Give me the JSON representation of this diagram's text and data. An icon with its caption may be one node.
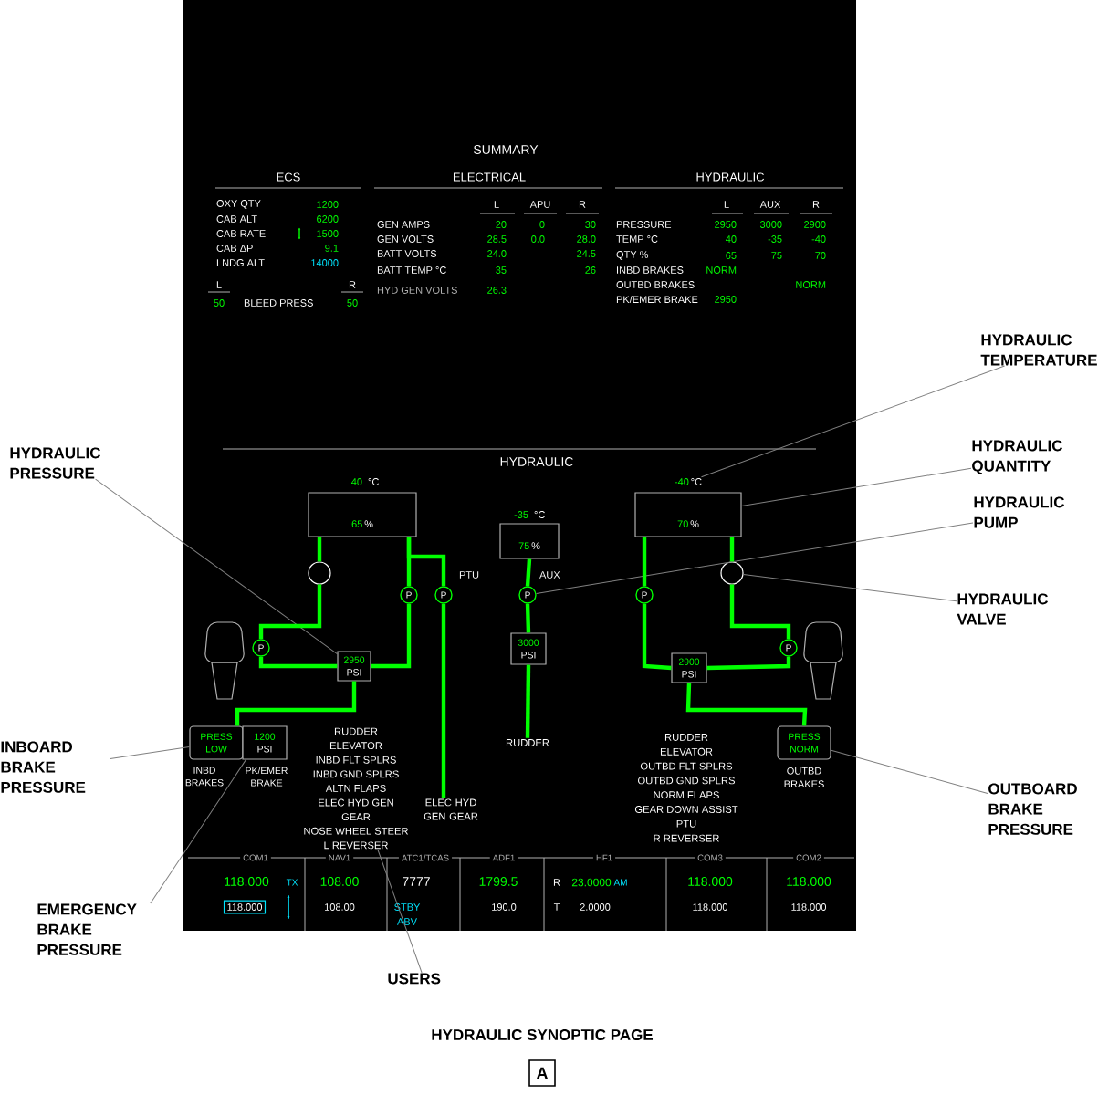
{
  "diagram": {
    "caption": "HYDRAULIC SYNOPTIC PAGE",
    "nodes": [
      {
        "text": [
          "HYDRAULIC TEMPERATURE"
        ]
      },
      {
        "text": [
          "HYDRAULIC QUANTITY"
        ]
      },
      {
        "text": [
          "HYDRAULIC PRESSURE"
        ]
      },
      {
        "text": [
          "HYDRAULIC PUMP"
        ]
      },
      {
        "text": [
          "HYDRAULIC VALVE"
        ]
      },
      {
        "text": [
          "INBOARD BRAKE PRESSURE"
        ]
      },
      {
        "text": [
          "OUTBOARD BRAKE PRESSURE"
        ]
      },
      {
        "text": [
          "EMERGENCY BRAKE PRESSURE"
        ]
      },
      {
        "text": [
          "USERS"
        ]
      },
      {
        "text": [
          "-40",
          "°C"
        ]
      },
      {
        "text": [
          "65",
          "%"
        ]
      },
      {
        "text": [
          "75",
          "%"
        ]
      },
      {
        "text": [
          "70",
          "%"
        ]
      },
      {
        "text": [],
        "shape": "circle"
      },
      {
        "text": [],
        "shape": "circle"
      },
      {
        "text": [
          "P"
        ]
      },
      {
        "text": [
          "P"
        ]
      },
      {
        "text": [
          "P"
        ]
      },
      {
        "text": [
          "P"
        ]
      },
      {
        "text": [
          "P"
        ]
      },
      {
        "text": [
          "P"
        ]
      },
      {
        "text": [
          "2950",
          "PSI"
        ]
      },
      {
        "text": [
          "3000",
          "PSI"
        ]
      },
      {
        "text": [
          "2900",
          "PSI"
        ]
      },
      {
        "text": [
          "PRESS LOW"
        ]
      },
      {
        "text": [
          "1200",
          "PSI"
        ]
      },
      {
        "text": [
          "PRESS NORM"
        ]
      },
      {
        "text": [
          "RUDDER",
          "ELEVATOR",
          "INBD FLT SPLRS",
          "INBD GND SPLRS",
          "ALTN FLAPS",
          "ELEC HYD GEN",
          "GEAR",
          "NOSE WHEEL STEER",
          "L REVERSER"
        ]
      },
      {
        "text": [
          "RUDDER"
        ]
      },
      {
        "text": [
          "ELEC HYD GEN GEAR"
        ]
      }
    ],
    "edges": [
      {
        "from": 0,
        "to": 9,
        "arrow": "none",
        "color": "#808080"
      },
      {
        "from": 1,
        "to": 12,
        "arrow": "none",
        "color": "#808080"
      },
      {
        "from": 2,
        "to": 21,
        "arrow": "none",
        "color": "#808080"
      },
      {
        "from": 3,
        "to": 17,
        "arrow": "none",
        "color": "#808080"
      },
      {
        "from": 4,
        "to": 14,
        "arrow": "none",
        "color": "#808080"
      },
      {
        "from": 5,
        "to": 24,
        "arrow": "none",
        "color": "#808080"
      },
      {
        "from": 6,
        "to": 26,
        "arrow": "none",
        "color": "#808080"
      },
      {
        "from": 7,
        "to": 25,
        "arrow": "none",
        "color": "#808080"
      },
      {
        "from": 8,
        "to": 27,
        "arrow": "none",
        "color": "#808080"
      },
      {
        "from": 10,
        "to": 13,
        "arrow": "none"
      },
      {
        "from": 13,
        "to": 19,
        "arrow": "none"
      },
      {
        "from": 19,
        "to": 21,
        "arrow": "none"
      },
      {
        "from": 10,
        "to": 15,
        "arrow": "none"
      },
      {
        "from": 10,
        "to": 16,
        "arrow": "none"
      },
      {
        "from": 15,
        "to": 21,
        "arrow": "none"
      },
      {
        "from": 21,
        "to": 24,
        "arrow": "none"
      },
      {
        "from": 11,
        "to": 17,
        "arrow": "none"
      },
      {
        "from": 17,
        "to": 22,
        "arrow": "none"
      },
      {
        "from": 12,
        "to": 18,
        "arrow": "none"
      },
      {
        "from": 18,
        "to": 23,
        "arrow": "none"
      },
      {
        "from": 12,
        "to": 14,
        "arrow": "none"
      },
      {
        "from": 14,
        "to": 20,
        "arrow": "none"
      },
      {
        "from": 20,
        "to": 23,
        "arrow": "none"
      },
      {
        "from": 23,
        "to": 26,
        "arrow": "none"
      },
      {
        "from": 16,
        "to": 29,
        "arrow": "none"
      },
      {
        "from": 22,
        "to": 28,
        "arrow": "none"
      }
    ],
    "labels": [
      "SUMMARY",
      "ECS",
      "ELECTRICAL",
      "HYDRAULIC",
      "OXY QTY",
      "1200",
      "CAB ALT",
      "6200",
      "CAB RATE",
      "1500",
      "CAB ΔP",
      "9.1",
      "LNDG ALT",
      "14000",
      "L",
      "R",
      "50",
      "BLEED PRESS",
      "50",
      "L",
      "APU",
      "R",
      "GEN AMPS",
      "20",
      "0",
      "30",
      "GEN VOLTS",
      "28.5",
      "0.0",
      "28.0",
      "BATT VOLTS",
      "24.0",
      "24.5",
      "BATT TEMP °C",
      "35",
      "26",
      "HYD GEN VOLTS",
      "26.3",
      "L",
      "AUX",
      "R",
      "PRESSURE",
      "2950",
      "3000",
      "2900",
      "TEMP °C",
      "40",
      "-35",
      "-40",
      "QTY %",
      "65",
      "75",
      "70",
      "INBD BRAKES",
      "NORM",
      "OUTBD BRAKES",
      "NORM",
      "PK/EMER BRAKE",
      "2950",
      "HYDRAULIC",
      "40",
      "°C",
      "-35",
      "°C",
      "PTU",
      "AUX",
      "INBD BRAKES",
      "PK/EMER BRAKE",
      "OUTBD BRAKES",
      "RUDDER",
      "ELEVATOR",
      "OUTBD FLT SPLRS",
      "OUTBD GND SPLRS",
      "NORM FLAPS",
      "GEAR DOWN ASSIST",
      "PTU",
      "R REVERSER",
      "COM1",
      "NAV1",
      "ATC1/TCAS",
      "ADF1",
      "HF1",
      "COM3",
      "COM2",
      "118.000",
      "TX",
      "108.00",
      "7777",
      "1799.5",
      "R",
      "23.0000",
      "AM",
      "118.000",
      "118.000",
      "118.000",
      "108.00",
      "STBY",
      "190.0",
      "T",
      "2.0000",
      "118.000",
      "118.000",
      "ABV",
      "A"
    ]
  }
}
